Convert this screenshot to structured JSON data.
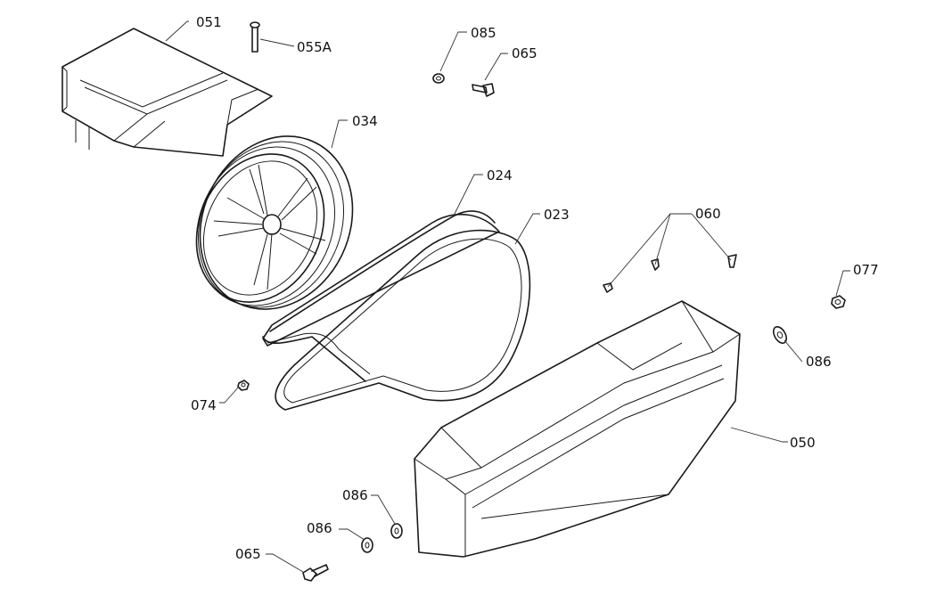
{
  "diagram": {
    "labels": {
      "p051": "051",
      "p055a": "055A",
      "p085": "085",
      "p065_top": "065",
      "p034": "034",
      "p024": "024",
      "p023": "023",
      "p060": "060",
      "p077": "077",
      "p086_right": "086",
      "p074": "074",
      "p050": "050",
      "p086_mid": "086",
      "p086_low": "086",
      "p065_bottom": "065"
    }
  }
}
